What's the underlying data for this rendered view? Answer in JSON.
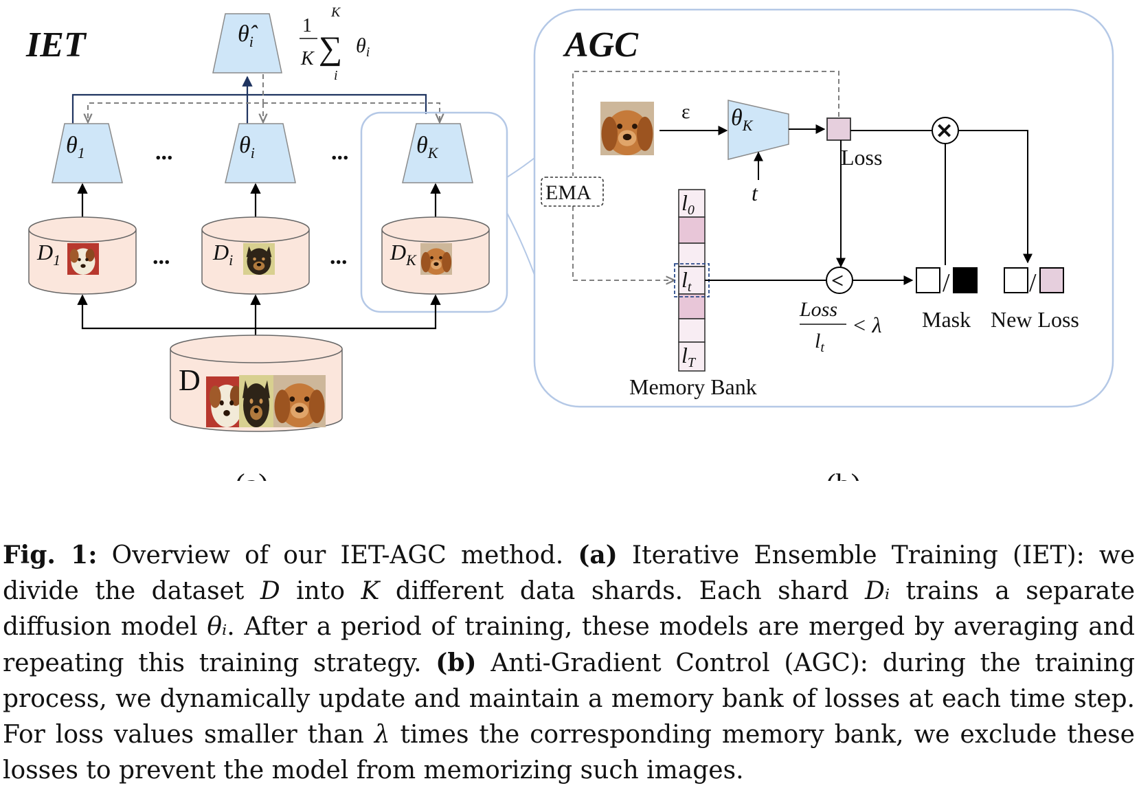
{
  "colors": {
    "model_fill": "#cfe6f8",
    "model_stroke": "#8a8a8a",
    "shard_fill": "#fbe6dc",
    "panel_stroke": "#b4c8e6",
    "arrow_navy": "#1f3460",
    "arrow_dashed": "#7f7f7f",
    "loss_pink": "#e6cfdd",
    "bank_pink": "#e8c6d8",
    "bank_light": "#f8edf3",
    "dog_brown": "#b8692a"
  },
  "panel_a": {
    "title": "IET",
    "merged_model": "θ̂",
    "merged_model_sub": "i",
    "formula": {
      "frac_num": "1",
      "frac_den": "K",
      "sum": "∑",
      "sup": "K",
      "sub": "i",
      "term": "θ",
      "term_sub": "i"
    },
    "models": [
      {
        "label": "θ",
        "sub": "1"
      },
      {
        "label": "θ",
        "sub": "i"
      },
      {
        "label": "θ",
        "sub": "K"
      }
    ],
    "shards": [
      {
        "label": "D",
        "sub": "1"
      },
      {
        "label": "D",
        "sub": "i"
      },
      {
        "label": "D",
        "sub": "K"
      }
    ],
    "ellipsis": "...",
    "dataset": "D",
    "caption": "(a)"
  },
  "panel_b": {
    "title": "AGC",
    "noise": "ε",
    "model": {
      "label": "θ",
      "sub": "K"
    },
    "timestep": "t",
    "ema": "EMA",
    "loss": "Loss",
    "bank": [
      {
        "label": "l",
        "sub": "0"
      },
      {
        "label": "l",
        "sub": "t"
      },
      {
        "label": "l",
        "sub": "T"
      }
    ],
    "memory_bank": "Memory Bank",
    "condition": {
      "num": "Loss",
      "den": "l",
      "den_sub": "t",
      "rel": "< λ"
    },
    "mask": "Mask",
    "new_loss": "New Loss",
    "slash": "/",
    "compare_symbol": "<",
    "multiply_symbol": "✕",
    "caption": "(b)"
  },
  "caption": {
    "fig_label": "Fig. 1:",
    "s1": " Overview of our IET-AGC method. ",
    "a_label": "(a)",
    "s2": " Iterative Ensemble Training (IET): we divide the dataset ",
    "v_D": "D",
    "s3": " into ",
    "v_K": "K",
    "s4": " different data shards. Each shard ",
    "v_Di": "Dᵢ",
    "s5": " trains a separate diffusion model ",
    "v_theta": "θᵢ",
    "s6": ". After a period of training, these models are merged by averaging and repeating this training strategy. ",
    "b_label": "(b)",
    "s7": " Anti-Gradient Control (AGC): during the training process, we dynamically update and maintain a memory bank of losses at each time step. For loss values smaller than ",
    "v_lambda": "λ",
    "s8": " times the corresponding memory bank, we exclude these losses to prevent the model from memorizing such images."
  }
}
